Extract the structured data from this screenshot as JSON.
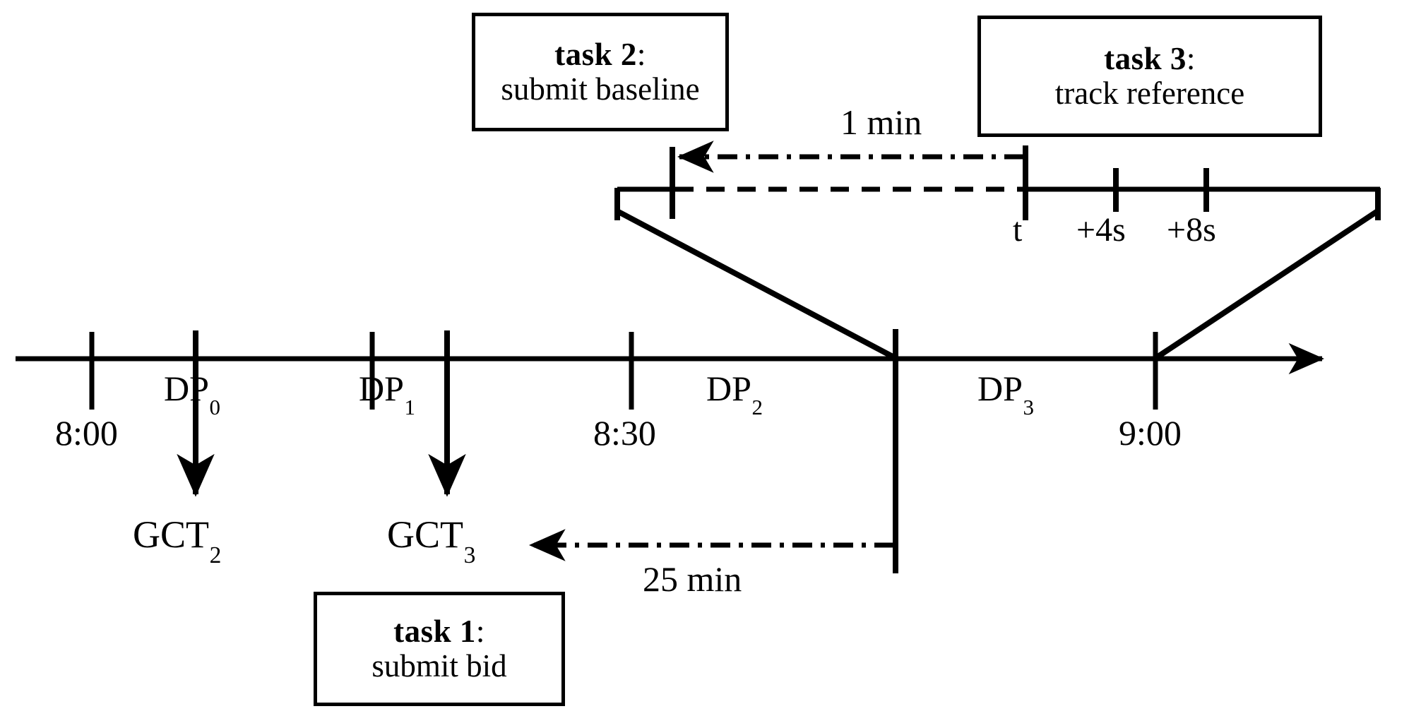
{
  "figure": {
    "kind": "timeline-diagram",
    "background_color": "#ffffff",
    "line_color": "#000000"
  },
  "task_boxes": [
    {
      "id": "task1",
      "title": "task 1",
      "title_suffix": ":",
      "subtitle": "submit bid"
    },
    {
      "id": "task2",
      "title": "task 2",
      "title_suffix": ":",
      "subtitle": "submit baseline"
    },
    {
      "id": "task3",
      "title": "task 3",
      "title_suffix": ":",
      "subtitle": "track reference"
    }
  ],
  "main_timeline": {
    "time_labels": [
      "8:00",
      "8:30",
      "9:00"
    ],
    "interval_labels": [
      {
        "base": "DP",
        "sub": "0"
      },
      {
        "base": "DP",
        "sub": "1"
      },
      {
        "base": "DP",
        "sub": "2"
      },
      {
        "base": "DP",
        "sub": "3"
      }
    ],
    "gct_labels": [
      {
        "base": "GCT",
        "sub": "2"
      },
      {
        "base": "GCT",
        "sub": "3"
      }
    ]
  },
  "detail_timeline": {
    "tick_labels": [
      "t",
      "+4s",
      "+8s"
    ]
  },
  "durations": [
    {
      "id": "one-min",
      "label": "1 min"
    },
    {
      "id": "twentyfive-min",
      "label": "25 min"
    }
  ]
}
